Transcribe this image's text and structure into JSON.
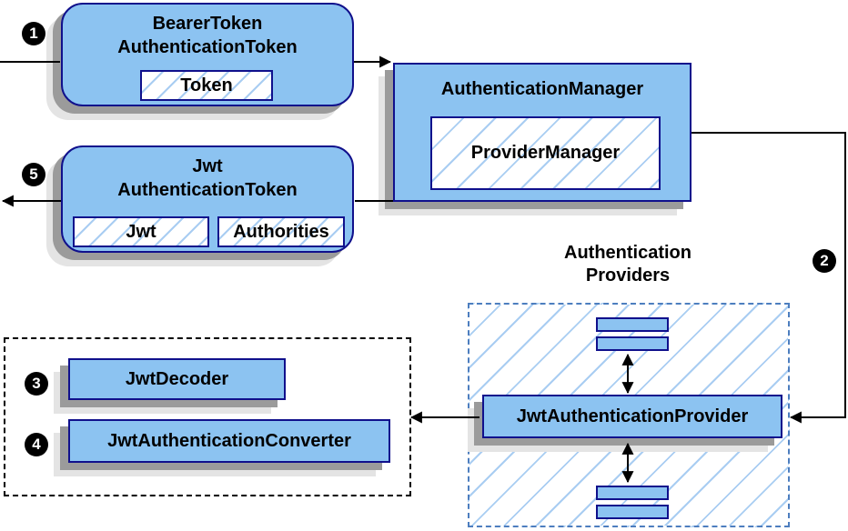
{
  "diagram": {
    "kind": "spring-security-jwt-authentication-flow",
    "steps": {
      "step1": "1",
      "step2": "2",
      "step3": "3",
      "step4": "4",
      "step5": "5"
    },
    "nodes": {
      "bearer_token": {
        "line1": "BearerToken",
        "line2": "AuthenticationToken",
        "field_token": "Token"
      },
      "authentication_manager": {
        "title": "AuthenticationManager",
        "field_provider_manager": "ProviderManager"
      },
      "jwt_authentication_token": {
        "line1": "Jwt",
        "line2": "AuthenticationToken",
        "field_jwt": "Jwt",
        "field_authorities": "Authorities"
      },
      "authentication_providers": {
        "label_line1": "Authentication",
        "label_line2": "Providers",
        "provider": "JwtAuthenticationProvider"
      },
      "decoder_group": {
        "decoder": "JwtDecoder",
        "converter": "JwtAuthenticationConverter"
      }
    },
    "colors": {
      "node_fill": "#8CC3F1",
      "node_border": "#10108C",
      "hatch_line": "#A9CDF2",
      "dashed_group_border": "#4D7EBF",
      "dotted_group_border": "#000000",
      "shadow_dark": "#9B9B9B",
      "shadow_light": "#E4E4E4",
      "badge_bg": "#000000",
      "badge_text": "#FFFFFF",
      "connector": "#000000"
    }
  }
}
